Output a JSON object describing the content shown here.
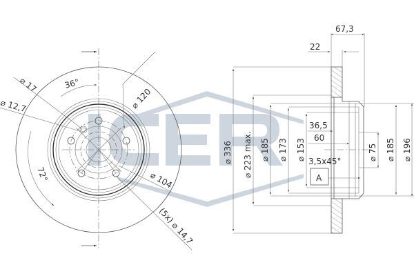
{
  "logo": {
    "text": "ICER",
    "color": "#cdd5df"
  },
  "front_view": {
    "dimensions": {
      "hole_small": "⌀ 17",
      "center_bore_hole": "⌀ 12,7",
      "angle_top": "36°",
      "pcd": "⌀ 120",
      "angle_side": "72°",
      "center_bore": "⌀ 104",
      "bolt_holes": "(5x) ⌀ 14,7"
    }
  },
  "side_view": {
    "dimensions": {
      "total_height": "67,3",
      "thickness": "22",
      "outer_diameter": "⌀ 336",
      "friction_inner": "⌀ 223 max.",
      "d185_left": "⌀ 185",
      "d173": "⌀ 173",
      "d153": "⌀ 153",
      "depth_36_5": "36,5",
      "depth_60": "60",
      "chamfer": "3,5x45°",
      "datum": "A",
      "d75": "⌀ 75",
      "d185_right": "⌀ 185",
      "d196": "⌀ 196"
    }
  },
  "colors": {
    "line": "#555555",
    "logo": "#cdd5df",
    "background": "#ffffff"
  }
}
